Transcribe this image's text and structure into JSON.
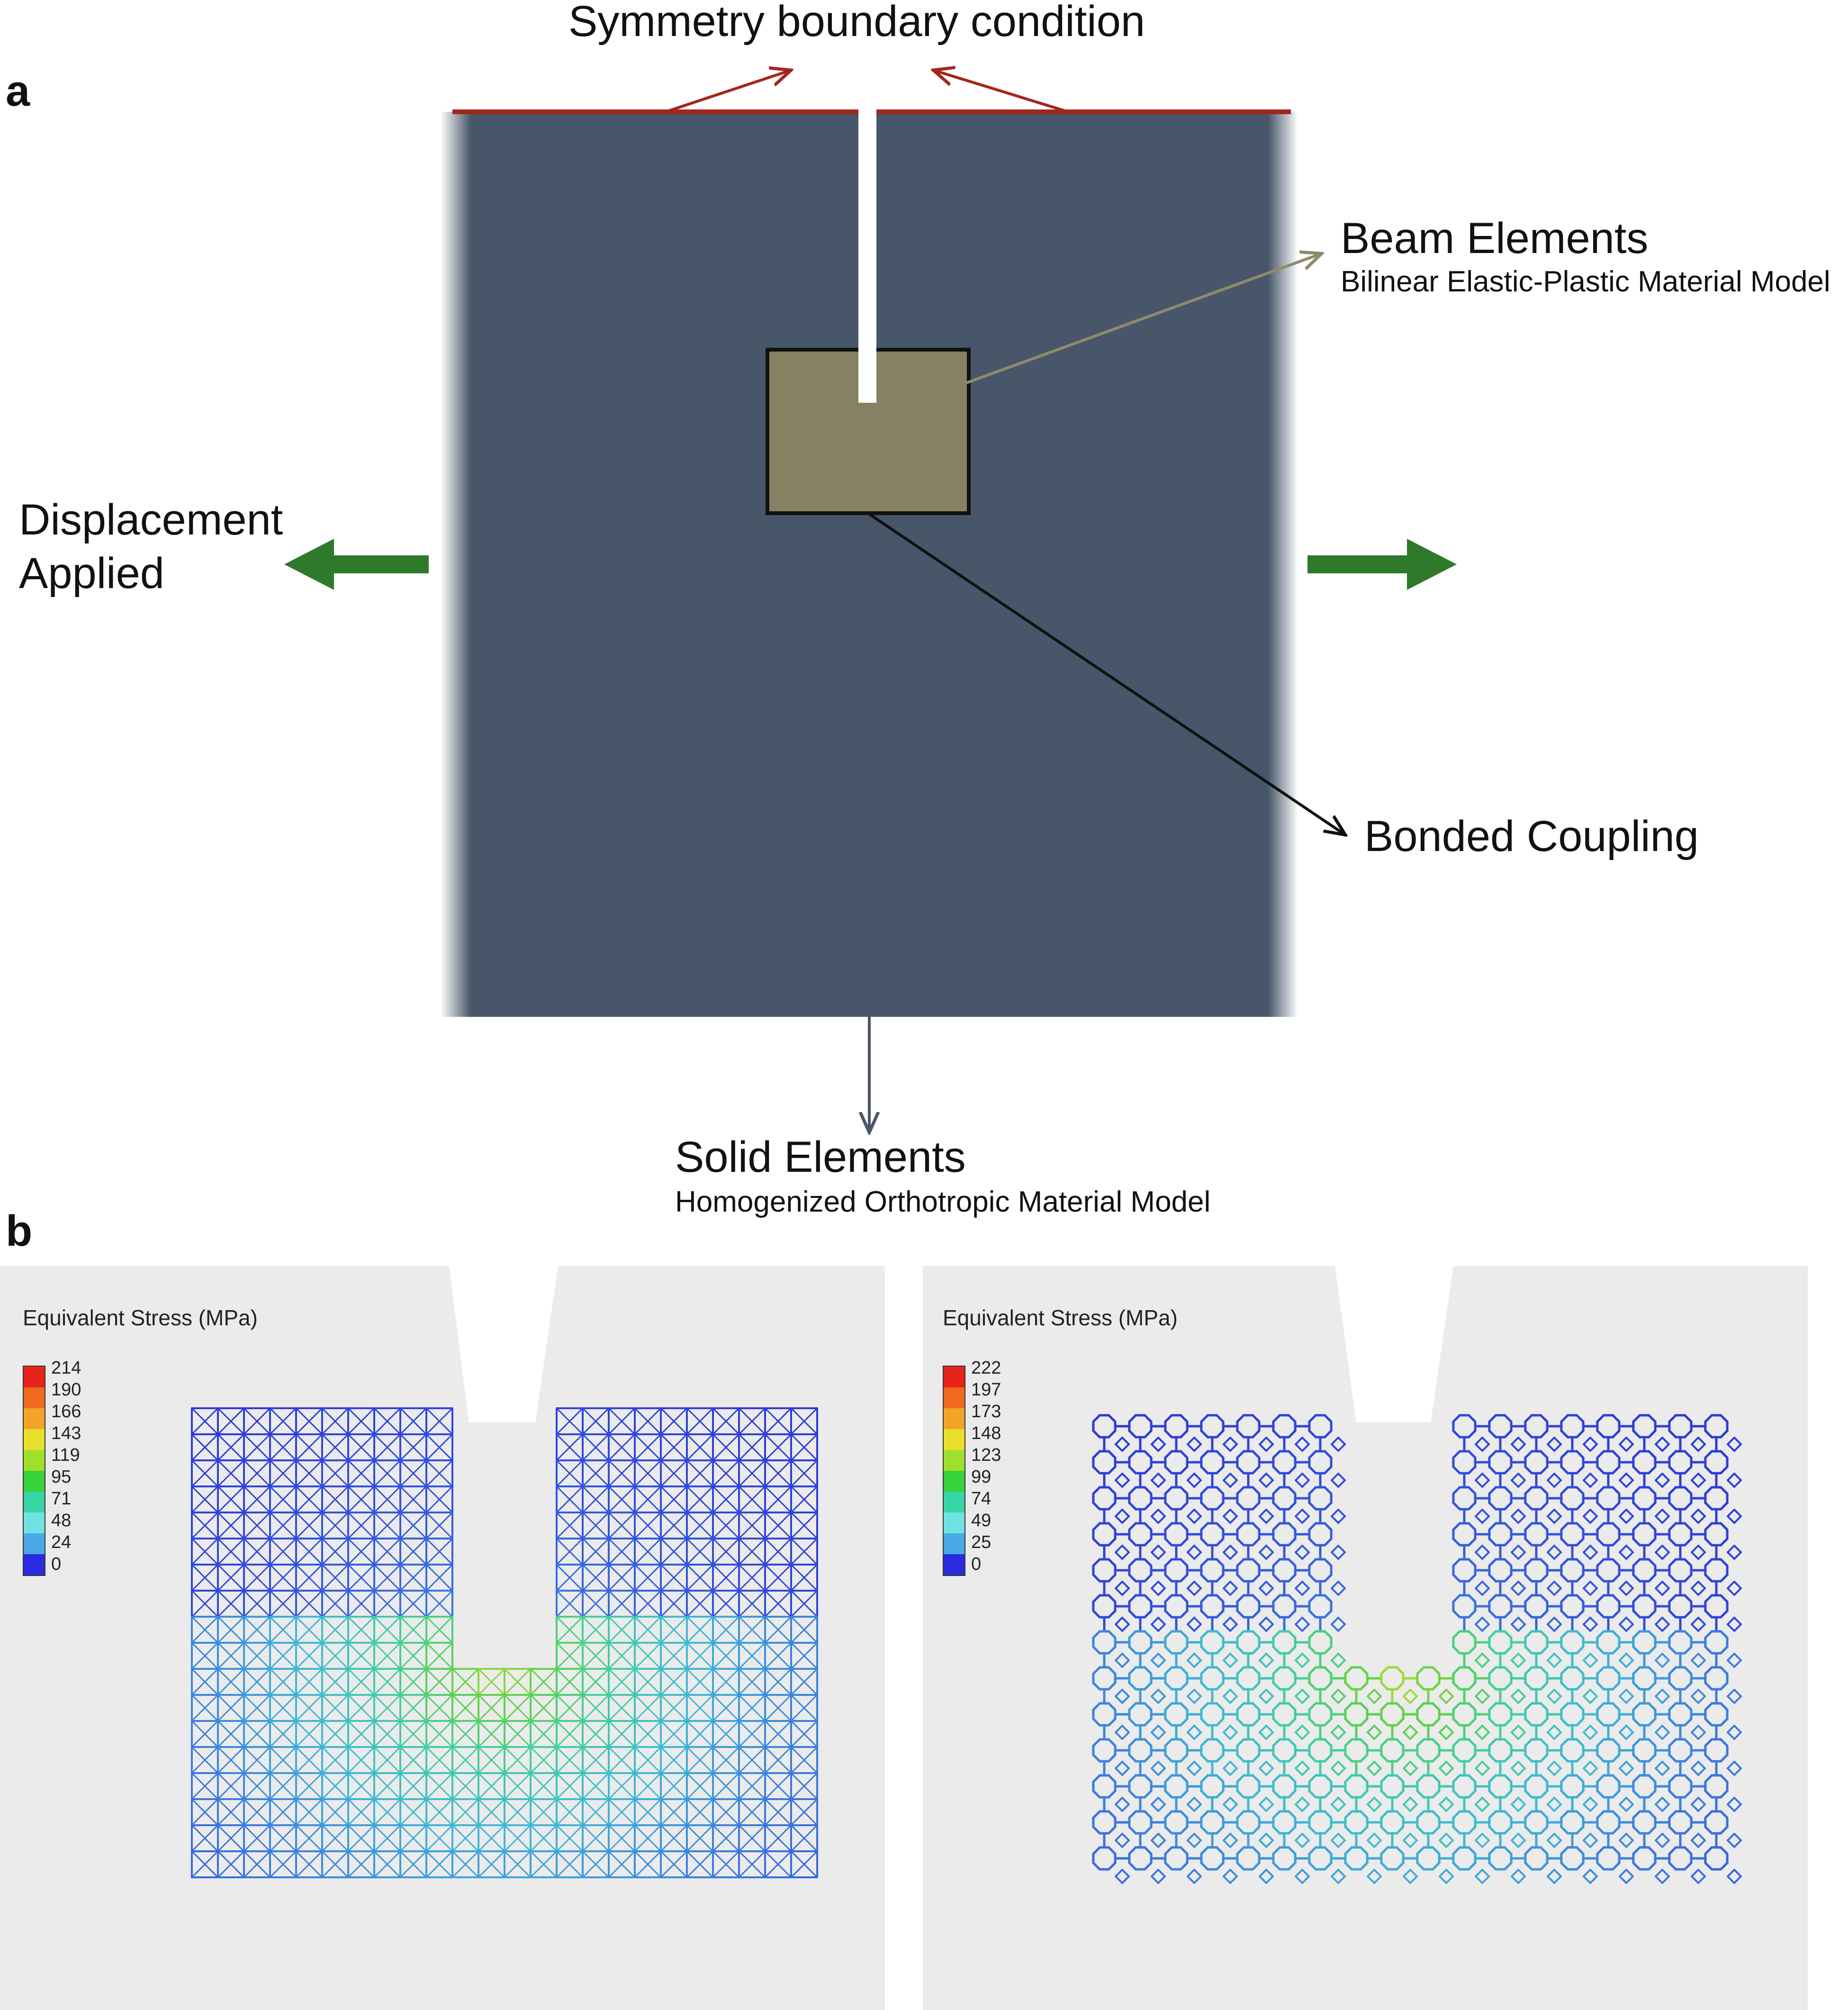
{
  "panel_a": {
    "label": "a",
    "symmetry_label": "Symmetry boundary condition",
    "beam_title": "Beam Elements",
    "beam_subtitle": "Bilinear Elastic-Plastic Material Model",
    "displacement_line1": "Displacement",
    "displacement_line2": "Applied",
    "bonded_label": "Bonded Coupling",
    "solid_title": "Solid Elements",
    "solid_subtitle": "Homogenized Orthotropic Material Model",
    "colors": {
      "solid_block": "#475669",
      "beam_block": "#858162",
      "symmetry_arrow": "#a3261d",
      "displacement_arrow": "#2f7a2a",
      "beam_pointer": "#8f8a6c",
      "solid_pointer": "#4a5666"
    }
  },
  "panel_b": {
    "label": "b",
    "left": {
      "legend_title": "Equivalent Stress (MPa)",
      "legend_values": [
        "214",
        "190",
        "166",
        "143",
        "119",
        "95",
        "71",
        "48",
        "24",
        "0"
      ],
      "lattice": "square lattice with X braces"
    },
    "right": {
      "legend_title": "Equivalent Stress (MPa)",
      "legend_values": [
        "222",
        "197",
        "173",
        "148",
        "123",
        "99",
        "74",
        "49",
        "25",
        "0"
      ],
      "lattice": "octagonal cellular lattice"
    },
    "colormap": [
      "#e8231b",
      "#ef6a1f",
      "#f2a428",
      "#e8e02c",
      "#9ee02b",
      "#38d23a",
      "#37d6a6",
      "#6fe3e4",
      "#4aa8e6",
      "#2a2ae0"
    ],
    "background": "#ebebeb"
  }
}
